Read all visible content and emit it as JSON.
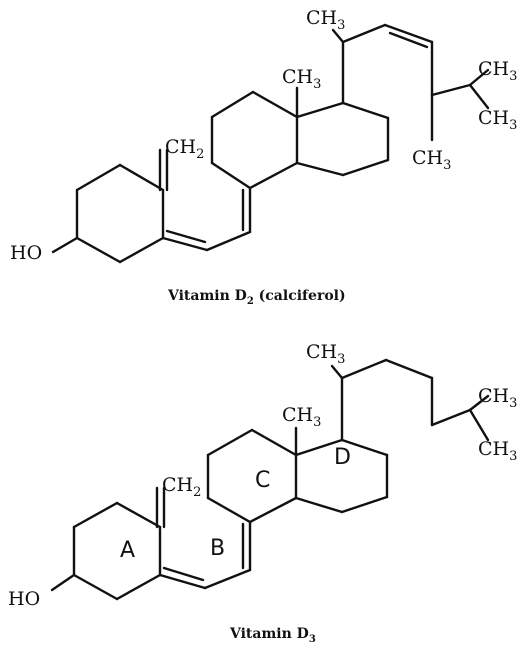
{
  "molecules": [
    {
      "caption": "Vitamin D",
      "caption_sub": "2",
      "caption_suffix": " (calciferol)",
      "labels": {
        "hydroxyl": "HO",
        "methylene": "CH",
        "methylene_sub": "2",
        "angular_methyl": "CH",
        "angular_methyl_sub": "3",
        "side_methyl_top": "CH",
        "side_methyl_top_sub": "3",
        "side_methyl_bottom": "CH",
        "side_methyl_bottom_sub": "3",
        "terminal_methyl_1": "CH",
        "terminal_methyl_1_sub": "3",
        "terminal_methyl_2": "CH",
        "terminal_methyl_2_sub": "3"
      }
    },
    {
      "caption": "Vitamin D",
      "caption_sub": "3",
      "caption_suffix": "",
      "labels": {
        "hydroxyl": "HO",
        "methylene": "CH",
        "methylene_sub": "2",
        "angular_methyl": "CH",
        "angular_methyl_sub": "3",
        "side_methyl_top": "CH",
        "side_methyl_top_sub": "3",
        "terminal_methyl_1": "CH",
        "terminal_methyl_1_sub": "3",
        "terminal_methyl_2": "CH",
        "terminal_methyl_2_sub": "3"
      },
      "ring_labels": {
        "a": "A",
        "b": "B",
        "c": "C",
        "d": "D"
      }
    }
  ]
}
